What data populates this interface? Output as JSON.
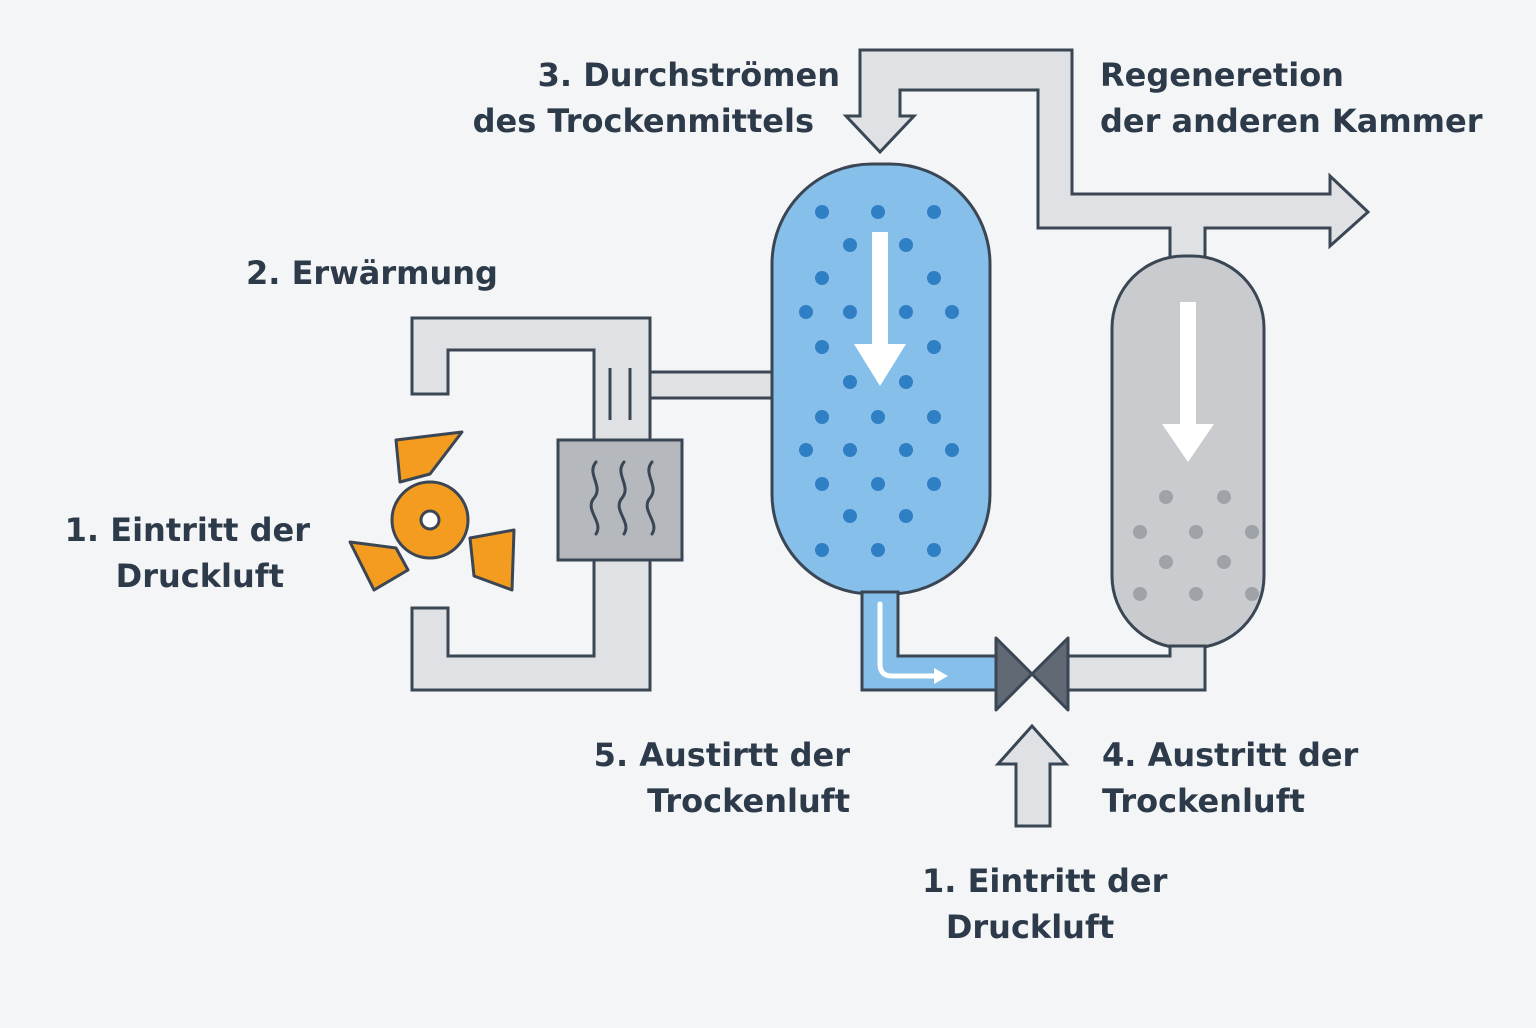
{
  "labels": {
    "step3": {
      "line1": "3. Durchströmen",
      "line2": "des Trockenmittels"
    },
    "regeneration": {
      "line1": "Regeneretion",
      "line2": "der anderen Kammer"
    },
    "step2": {
      "line1": "2. Erwärmung"
    },
    "step1_left": {
      "line1": "1. Eintritt der",
      "line2": "Druckluft"
    },
    "step5": {
      "line1": "5. Austirtt  der",
      "line2": "Trockenluft"
    },
    "step4": {
      "line1": "4. Austritt der",
      "line2": "Trockenluft"
    },
    "step1_bottom": {
      "line1": "1. Eintritt der",
      "line2": "Druckluft"
    }
  },
  "colors": {
    "pipe_fill": "#dfe1e4",
    "outline": "#3a4654",
    "active_vessel": "#86bfe9",
    "active_dot": "#2f7fc4",
    "regen_vessel": "#c9cbcf",
    "regen_dot": "#9fa2a7",
    "heater": "#b5b8bd",
    "fan": "#f39c1f",
    "valve": "#616a74",
    "text": "#2d3a4a"
  },
  "icons": {
    "fan": "fan-icon",
    "heater": "heater-coil-icon",
    "valve": "valve-icon"
  }
}
